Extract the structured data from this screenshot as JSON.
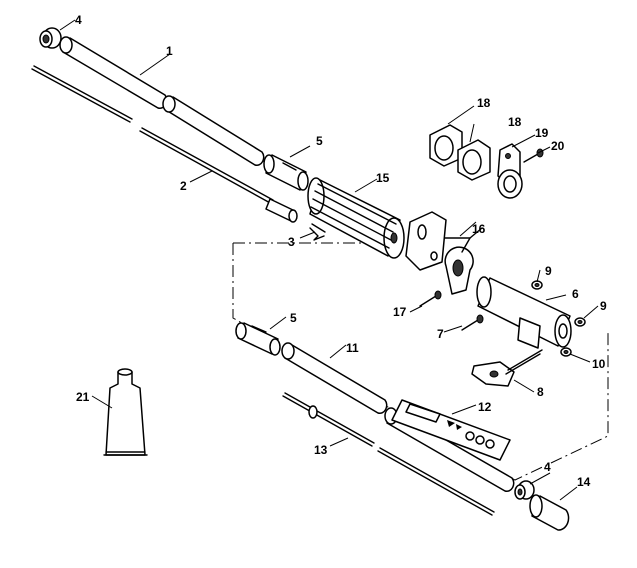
{
  "diagram": {
    "callouts": {
      "c1": "1",
      "c2": "2",
      "c3": "3",
      "c4a": "4",
      "c4b": "4",
      "c5a": "5",
      "c5b": "5",
      "c6": "6",
      "c7": "7",
      "c8": "8",
      "c9a": "9",
      "c9b": "9",
      "c10": "10",
      "c11": "11",
      "c12": "12",
      "c13": "13",
      "c14": "14",
      "c15": "15",
      "c16": "16",
      "c17": "17",
      "c18a": "18",
      "c18b": "18",
      "c19": "19",
      "c20": "20",
      "c21": "21"
    }
  }
}
